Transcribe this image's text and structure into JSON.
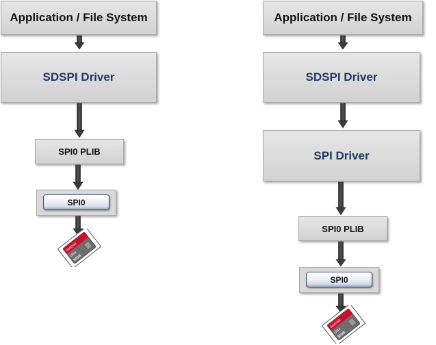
{
  "left": {
    "app": "Application / File System",
    "sdspi": "SDSPI Driver",
    "plib": "SPI0 PLIB",
    "spi": "SPI0"
  },
  "right": {
    "app": "Application / File System",
    "sdspi": "SDSPI Driver",
    "spi_driver": "SPI Driver",
    "plib": "SPI0 PLIB",
    "spi": "SPI0"
  },
  "sd_card": {
    "brand": "SanDisk",
    "line": "Ultra",
    "capacity": "32GB"
  }
}
